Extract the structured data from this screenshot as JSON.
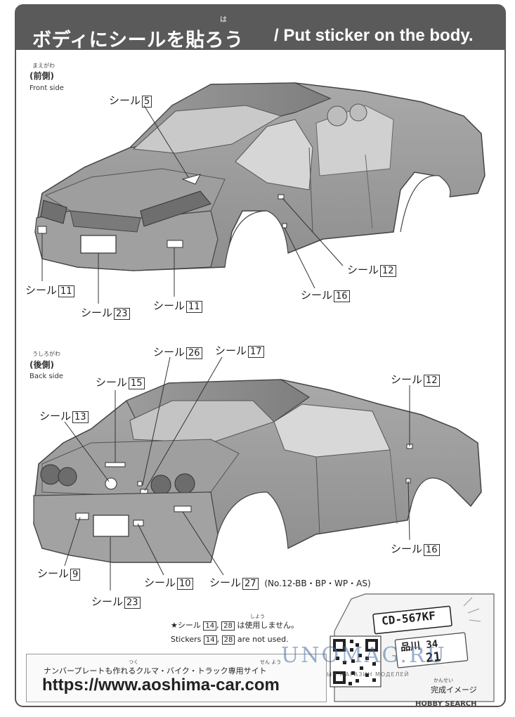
{
  "header": {
    "title_jp": "ボディにシールを貼ろう",
    "title_ruby": "は",
    "title_en": "/ Put sticker on the body."
  },
  "front": {
    "label_ruby": "まえがわ",
    "label_jp": "(前側)",
    "label_en": "Front side",
    "callouts": [
      {
        "text": "シール",
        "num": "5"
      },
      {
        "text": "シール",
        "num": "12"
      },
      {
        "text": "シール",
        "num": "11"
      },
      {
        "text": "シール",
        "num": "16"
      },
      {
        "text": "シール",
        "num": "23"
      },
      {
        "text": "シール",
        "num": "11"
      }
    ]
  },
  "back": {
    "label_ruby": "うしろがわ",
    "label_jp": "(後側)",
    "label_en": "Back side",
    "callouts": [
      {
        "text": "シール",
        "num": "26"
      },
      {
        "text": "シール",
        "num": "17"
      },
      {
        "text": "シール",
        "num": "15"
      },
      {
        "text": "シール",
        "num": "12"
      },
      {
        "text": "シール",
        "num": "13"
      },
      {
        "text": "シール",
        "num": "16"
      },
      {
        "text": "シール",
        "num": "9"
      },
      {
        "text": "シール",
        "num": "10"
      },
      {
        "text": "シール",
        "num": "27"
      },
      {
        "text": "シール",
        "num": "23"
      }
    ],
    "note_27": "(No.12-BB・BP・WP・AS)"
  },
  "notes": {
    "star_prefix": "★シール",
    "num_a": "14",
    "sep": ",",
    "num_b": "28",
    "jp_suffix": "は使用しません。",
    "jp_ruby": "しよう",
    "en_prefix": "Stickers",
    "en_suffix": "are not used."
  },
  "footer": {
    "jp": "ナンバープレートも作れるクルマ・バイク・トラック専用サイト",
    "ruby_tsuku": "つく",
    "ruby_senyou": "せん よう",
    "url": "https://www.aoshima-car.com"
  },
  "completion": {
    "plate_main": "CD-567KF",
    "plate_second": "品川 34",
    "plate_third": "21",
    "ruby": "かんせい",
    "label": "完成イメージ"
  },
  "watermark": {
    "main": "UNOMAG.RU",
    "sub": "ЫЙ МАГАЗИН МОДЕЛЕЙ"
  },
  "source": {
    "label": "HOBBY SEARCH"
  }
}
